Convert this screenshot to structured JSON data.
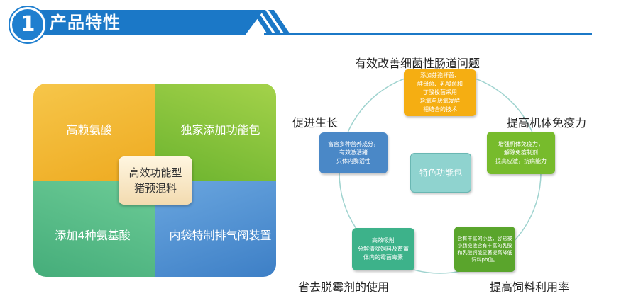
{
  "header": {
    "number": "1",
    "title": "产品特性"
  },
  "quadrant": {
    "top_left": "高赖氨酸",
    "top_right": "独家添加功能包",
    "bottom_left": "添加4种氨基酸",
    "bottom_right": "内袋特制排气阀装置",
    "center": "高效功能型\n猪预混料"
  },
  "cycle": {
    "center": "特色功能包",
    "labels": {
      "top": "有效改善细菌性肠道问题",
      "right": "提高机体免疫力",
      "bottom_right": "提高饲料利用率",
      "bottom_left": "省去脱霉剂的使用",
      "left": "促进生长"
    },
    "nodes": {
      "top": "添加芽孢杆菌、\n酵母菌、乳酸菌和\n丁酸梭菌采用\n耗氧与厌氧发酵\n相结合的技术",
      "right": "增强机体免疫力，\n解除免疫制剂\n提高应激，抗病能力",
      "bottom_right": "含有丰富的小肽，容易被\n小肠吸收含有丰富的乳酸\n和乳酸钙能显著提高降低\n饲料ph值。",
      "bottom_left": "高效吸附\n分解清除饲料及畜禽\n体内的霉菌毒素",
      "left": "富含多种营养成分，\n有效激活猪\n只体内酶活性"
    }
  }
}
